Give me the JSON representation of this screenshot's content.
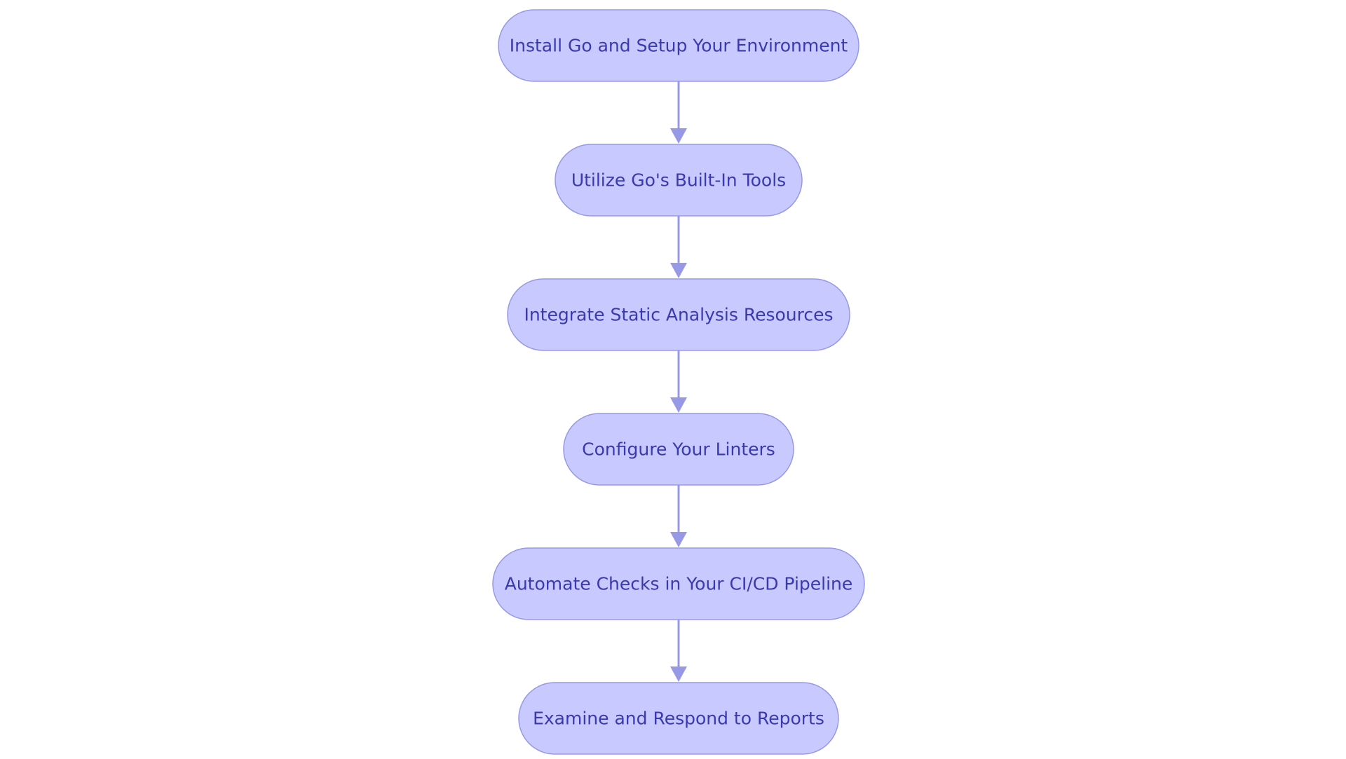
{
  "colors": {
    "node_fill": "#c8c9fe",
    "node_stroke": "#9799e6",
    "node_text": "#3a3ab0",
    "connector": "#9799e6",
    "background": "#ffffff"
  },
  "flowchart": {
    "direction": "top-to-bottom",
    "shape": "stadium",
    "nodes": [
      {
        "id": "install-go",
        "label": "Install Go and Setup Your Environment"
      },
      {
        "id": "built-in-tools",
        "label": "Utilize Go's Built-In Tools"
      },
      {
        "id": "static-analysis",
        "label": "Integrate Static Analysis Resources"
      },
      {
        "id": "linters",
        "label": "Configure Your Linters"
      },
      {
        "id": "ci-cd",
        "label": "Automate Checks in Your CI/CD Pipeline"
      },
      {
        "id": "reports",
        "label": "Examine and Respond to Reports"
      }
    ],
    "edges": [
      {
        "from": "install-go",
        "to": "built-in-tools"
      },
      {
        "from": "built-in-tools",
        "to": "static-analysis"
      },
      {
        "from": "static-analysis",
        "to": "linters"
      },
      {
        "from": "linters",
        "to": "ci-cd"
      },
      {
        "from": "ci-cd",
        "to": "reports"
      }
    ]
  }
}
